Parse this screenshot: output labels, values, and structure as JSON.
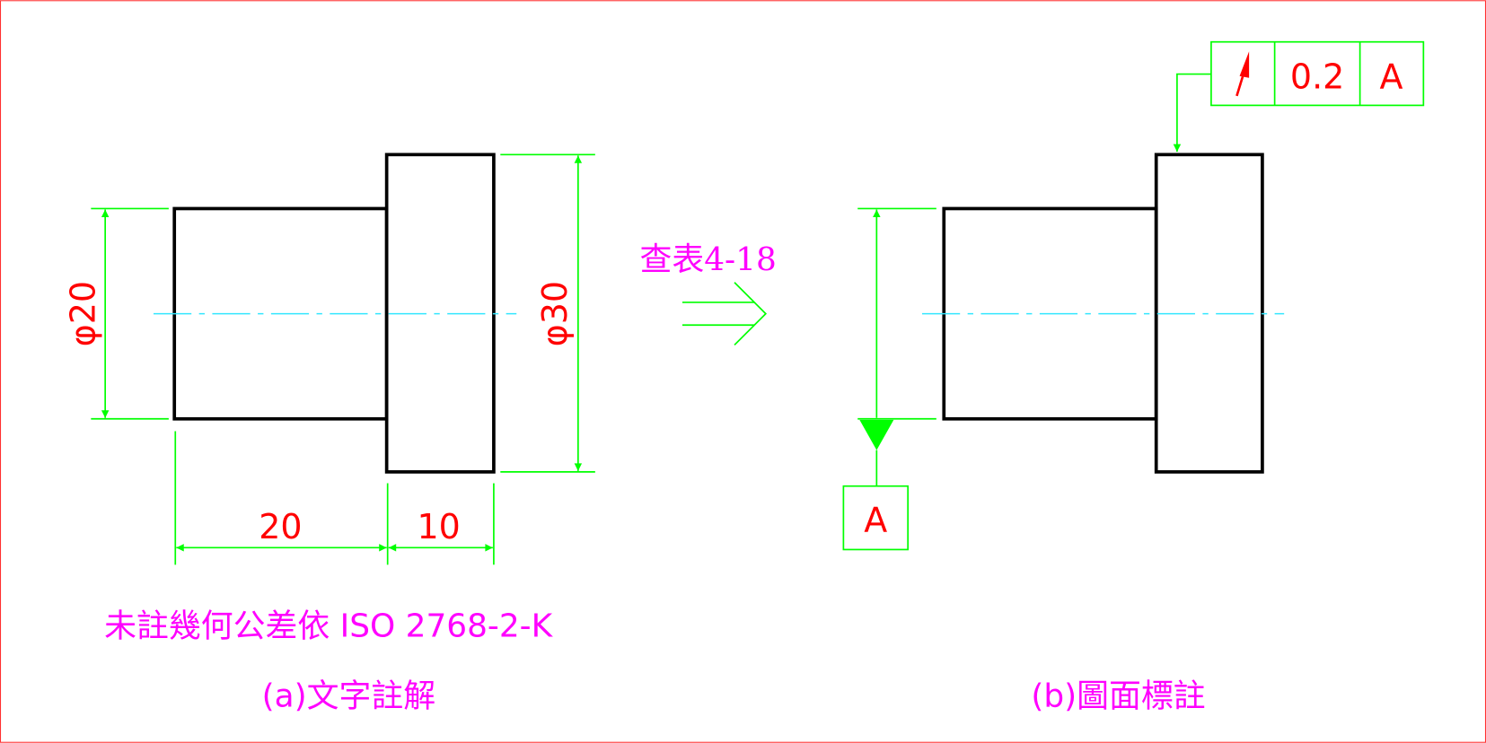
{
  "colors": {
    "geometry": "#000000",
    "dimension": "#00ff00",
    "text_dim": "#ff0000",
    "note": "#ff00ff",
    "centerline": "#33e6ff",
    "border": "#ff0000"
  },
  "left": {
    "dim_dia_small": "φ20",
    "dim_dia_large": "φ30",
    "dim_len_small": "20",
    "dim_len_large": "10",
    "note": "未註幾何公差依 ISO 2768-2-K",
    "caption": "(a)文字註解"
  },
  "middle": {
    "lookup": "查表4-18",
    "arrow_icon": "double-arrow-right-icon"
  },
  "right": {
    "fcf": {
      "symbol_icon": "circular-runout-icon",
      "tolerance": "0.2",
      "datum": "A"
    },
    "datum_label": "A",
    "caption": "(b)圖面標註"
  }
}
